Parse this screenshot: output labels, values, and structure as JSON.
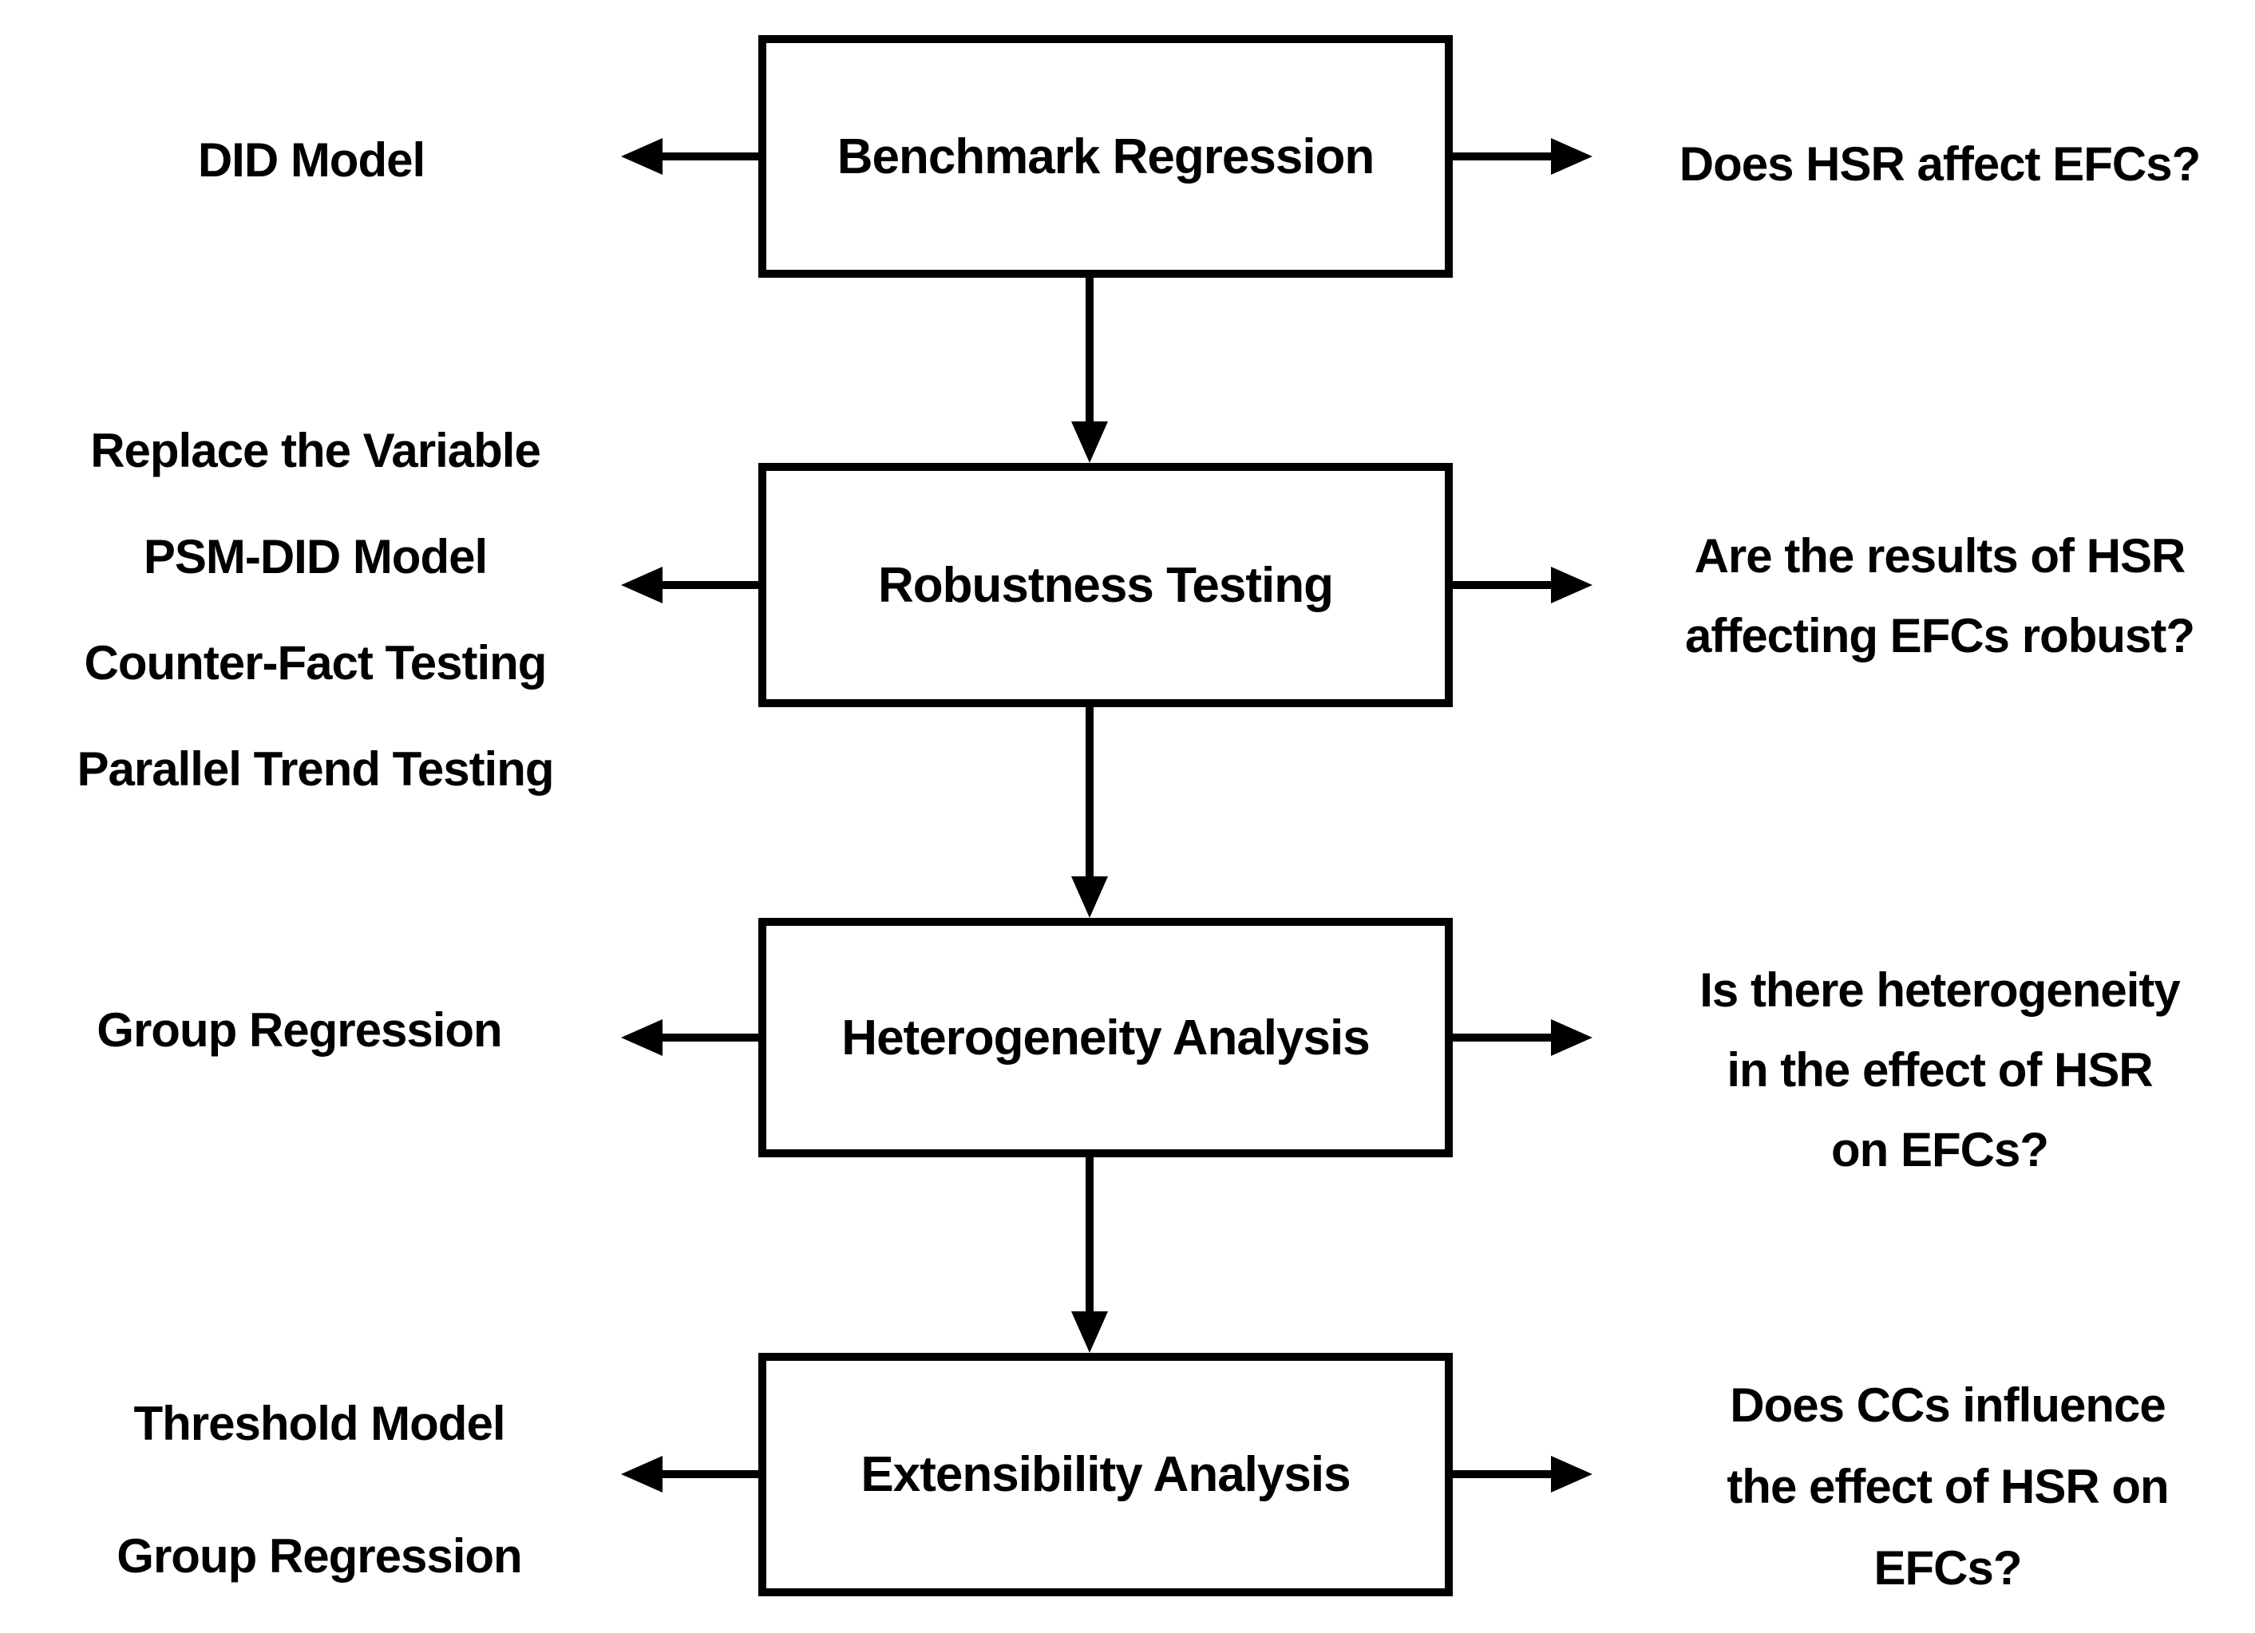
{
  "diagram": {
    "background_color": "#ffffff",
    "line_color": "#000000",
    "text_color": "#000000",
    "rows": [
      {
        "box": "Benchmark Regression",
        "left_labels": [
          "DID Model"
        ],
        "right_lines": [
          "Does HSR affect EFCs?"
        ]
      },
      {
        "box": "Robustness Testing",
        "left_labels": [
          "Replace the Variable",
          "PSM-DID Model",
          "Counter-Fact Testing",
          "Parallel Trend Testing"
        ],
        "right_lines": [
          "Are the results of HSR",
          "affecting EFCs robust?"
        ]
      },
      {
        "box": "Heterogeneity Analysis",
        "left_labels": [
          "Group Regression"
        ],
        "right_lines": [
          "Is there heterogeneity",
          "in the effect of HSR",
          "on EFCs?"
        ]
      },
      {
        "box": "Extensibility Analysis",
        "left_labels": [
          "Threshold Model",
          "Group Regression"
        ],
        "right_lines": [
          "Does CCs influence",
          "the effect of HSR on",
          "EFCs?"
        ]
      }
    ]
  }
}
